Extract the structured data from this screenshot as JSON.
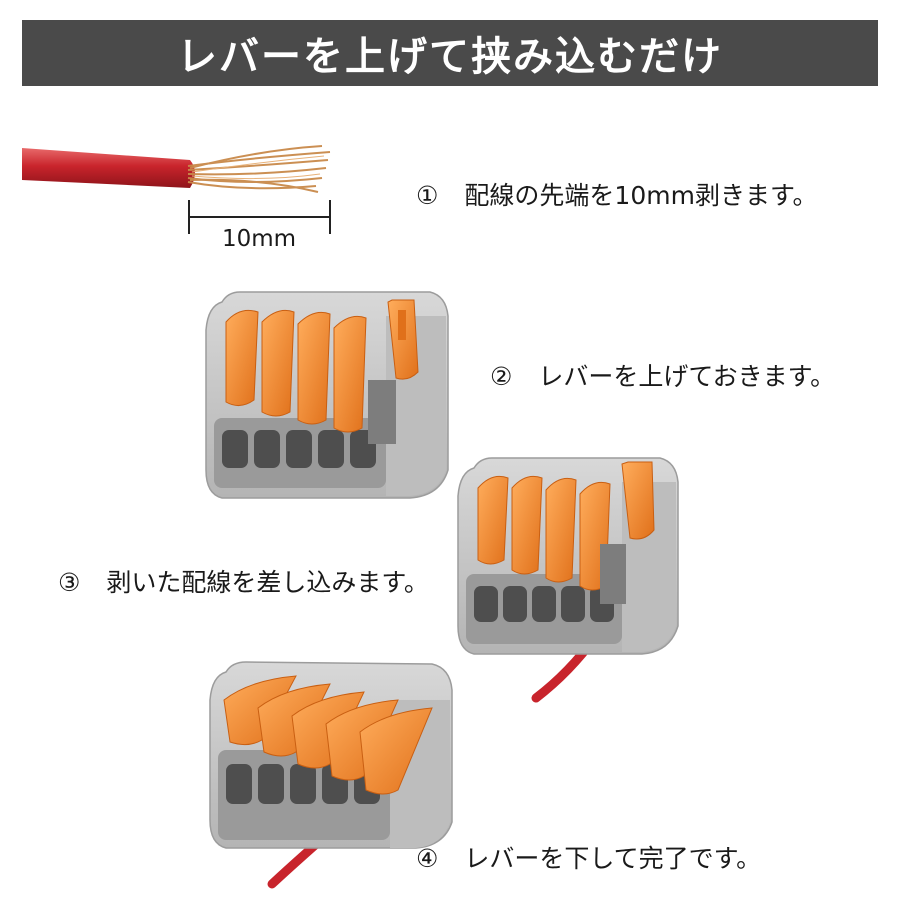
{
  "header": {
    "title": "レバーを上げて挟み込むだけ"
  },
  "wire": {
    "measure_label": "10mm"
  },
  "steps": [
    {
      "number": "①",
      "text": "配線の先端を10mm剥きます。"
    },
    {
      "number": "②",
      "text": "レバーを上げておきます。"
    },
    {
      "number": "③",
      "text": "剥いた配線を差し込みます。"
    },
    {
      "number": "④",
      "text": "レバーを下して完了です。"
    }
  ],
  "colors": {
    "title_bar": "#4a4a4a",
    "lever_orange": "#f08a2a",
    "housing_gray": "#c9c9c9",
    "wire_red": "#d8232a",
    "copper": "#c98a4a"
  }
}
